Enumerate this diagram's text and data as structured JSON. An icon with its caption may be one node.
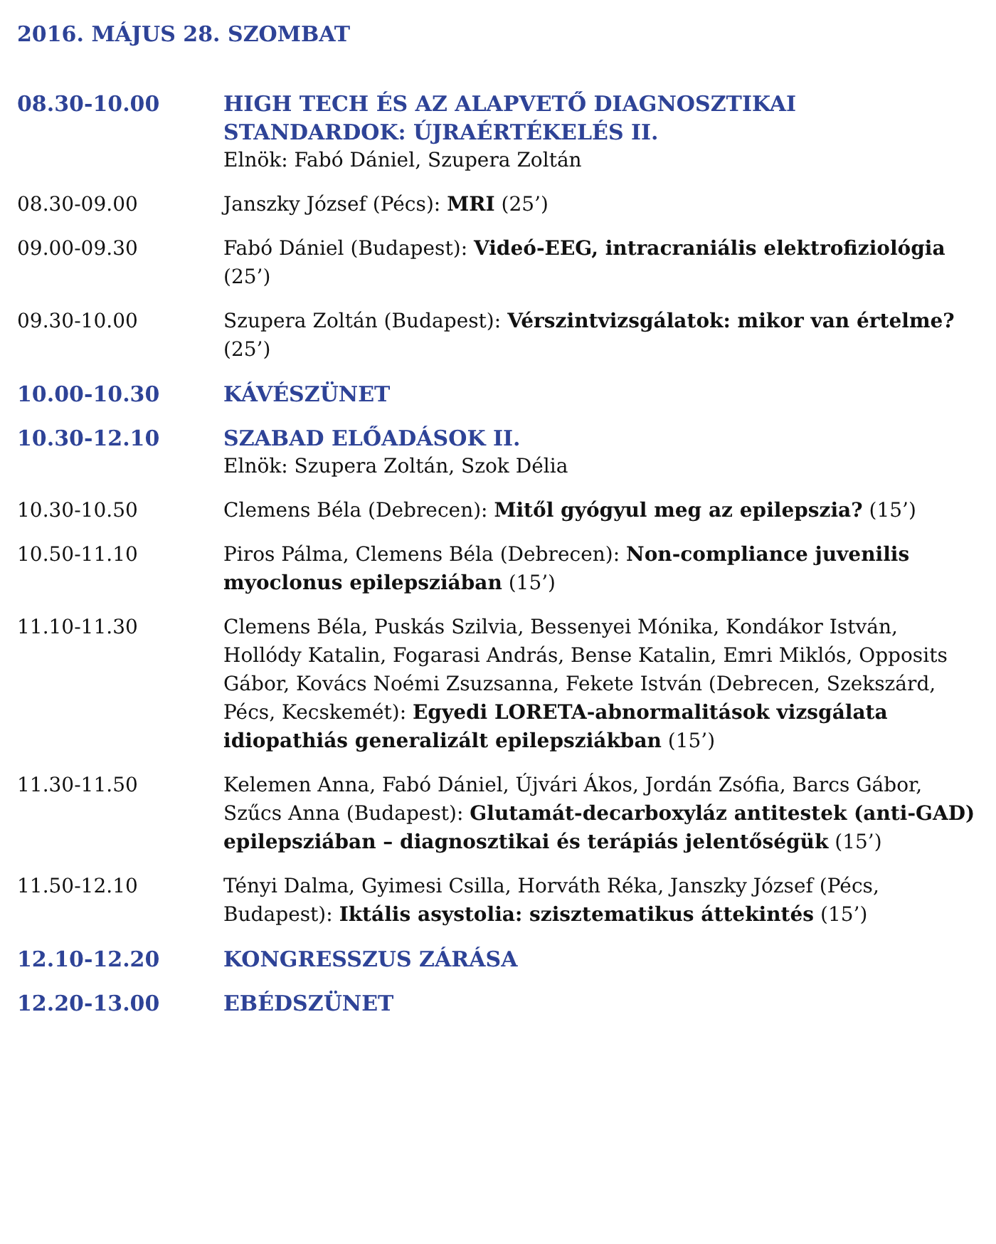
{
  "diagram": {
    "title": "2016. MÁJUS 28. SZOMBAT",
    "labels": [
      "08.30-10.00",
      "HIGH TECH ÉS AZ ALAPVETŐ DIAGNOSZTIKAI STANDARDOK: ÚJRAÉRTÉKELÉS II.",
      "Elnök: Fabó Dániel, Szupera Zoltán",
      "08.30-09.00",
      "Janszky József (Pécs): **MRI** (25’)",
      "09.00-09.30",
      "Fabó Dániel (Budapest): **Videó-EEG, intracraniális elektrofiziológia** (25’)",
      "09.30-10.00",
      "Szupera Zoltán (Budapest): **Vérszintvizsgálatok: mikor van értelme?** (25’)",
      "10.00-10.30",
      "KÁVÉSZÜNET",
      "10.30-12.10",
      "SZABAD ELŐADÁSOK II.",
      "Elnök: Szupera Zoltán, Szok Délia",
      "10.30-10.50",
      "Clemens Béla (Debrecen): **Mitől gyógyul meg az epilepszia?** (15’)",
      "10.50-11.10",
      "Piros Pálma, Clemens Béla (Debrecen): **Non-compliance juvenilis myoclonus epilepsziában** (15’)",
      "11.10-11.30",
      "Clemens Béla, Puskás Szilvia, Bessenyei Mónika, Kondákor István, Hollódy Katalin, Fogarasi András, Bense Katalin, Emri Miklós, Opposits Gábor, Kovács Noémi Zsuzsanna, Fekete István (Debrecen, Szekszárd, Pécs, Kecskemét): **Egyedi LORETA-abnormalitások vizsgálata idiopathiás generalizált epilepsziákban** (15’)",
      "11.30-11.50",
      "Kelemen Anna, Fabó Dániel, Újvári Ákos, Jordán Zsófia, Barcs Gábor, Szűcs Anna (Budapest): **Glutamát-decarboxyláz antitestek (anti-GAD) epilepsziában – diagnosztikai és terápiás jelentőségük** (15’)",
      "11.50-12.10",
      "Tényi Dalma, Gyimesi Csilla, Horváth Réka, Janszky József (Pécs, Budapest): **Iktális asystolia: szisztematikus áttekintés** (15’)",
      "12.10-12.20",
      "KONGRESSZUS ZÁRÁSA",
      "12.20-13.00",
      "EBÉDSZÜNET"
    ]
  }
}
